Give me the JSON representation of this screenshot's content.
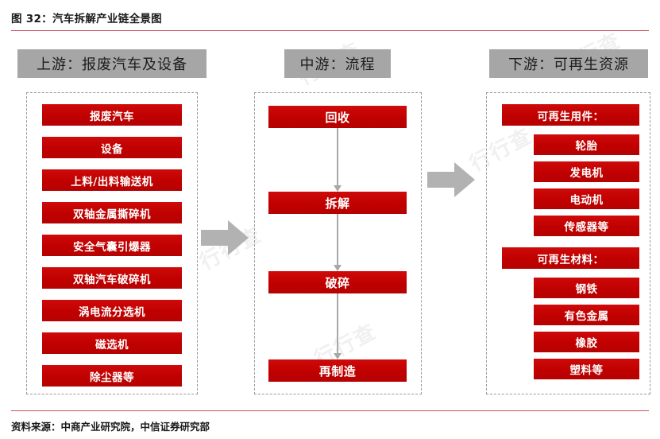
{
  "figure": {
    "title": "图 32：汽车拆解产业链全景图",
    "source": "资料来源：中商产业研究院，中信证券研究部",
    "watermark": "行行查"
  },
  "colors": {
    "box_red": "#c00000",
    "header_gray": "#a6a6a6",
    "arrow_gray": "#a8a8a8",
    "rule_red": "#c9545a",
    "dash_border": "#9a9a9a"
  },
  "columns": {
    "upstream": {
      "header": "上游：报废汽车及设备",
      "items": [
        {
          "label": "报废汽车"
        },
        {
          "label": "设备"
        },
        {
          "label": "上料/出料输送机"
        },
        {
          "label": "双轴金属撕碎机"
        },
        {
          "label": "安全气囊引爆器"
        },
        {
          "label": "双轴汽车破碎机"
        },
        {
          "label": "涡电流分选机"
        },
        {
          "label": "磁选机"
        },
        {
          "label": "除尘器等"
        }
      ]
    },
    "midstream": {
      "header": "中游：流程",
      "items": [
        {
          "label": "回收"
        },
        {
          "label": "拆解"
        },
        {
          "label": "破碎"
        },
        {
          "label": "再制造"
        }
      ]
    },
    "downstream": {
      "header": "下游：可再生资源",
      "groups": [
        {
          "category": "可再生用件：",
          "items": [
            {
              "label": "轮胎"
            },
            {
              "label": "发电机"
            },
            {
              "label": "电动机"
            },
            {
              "label": "传感器等"
            }
          ]
        },
        {
          "category": "可再生材料：",
          "items": [
            {
              "label": "钢铁"
            },
            {
              "label": "有色金属"
            },
            {
              "label": "橡胶"
            },
            {
              "label": "塑料等"
            }
          ]
        }
      ]
    }
  },
  "connectors": {
    "upstream_to_midstream": "right-block-arrow",
    "midstream_to_downstream": "right-block-arrow",
    "flow_arrows": [
      "回收→拆解",
      "拆解→破碎",
      "破碎→再制造"
    ]
  }
}
